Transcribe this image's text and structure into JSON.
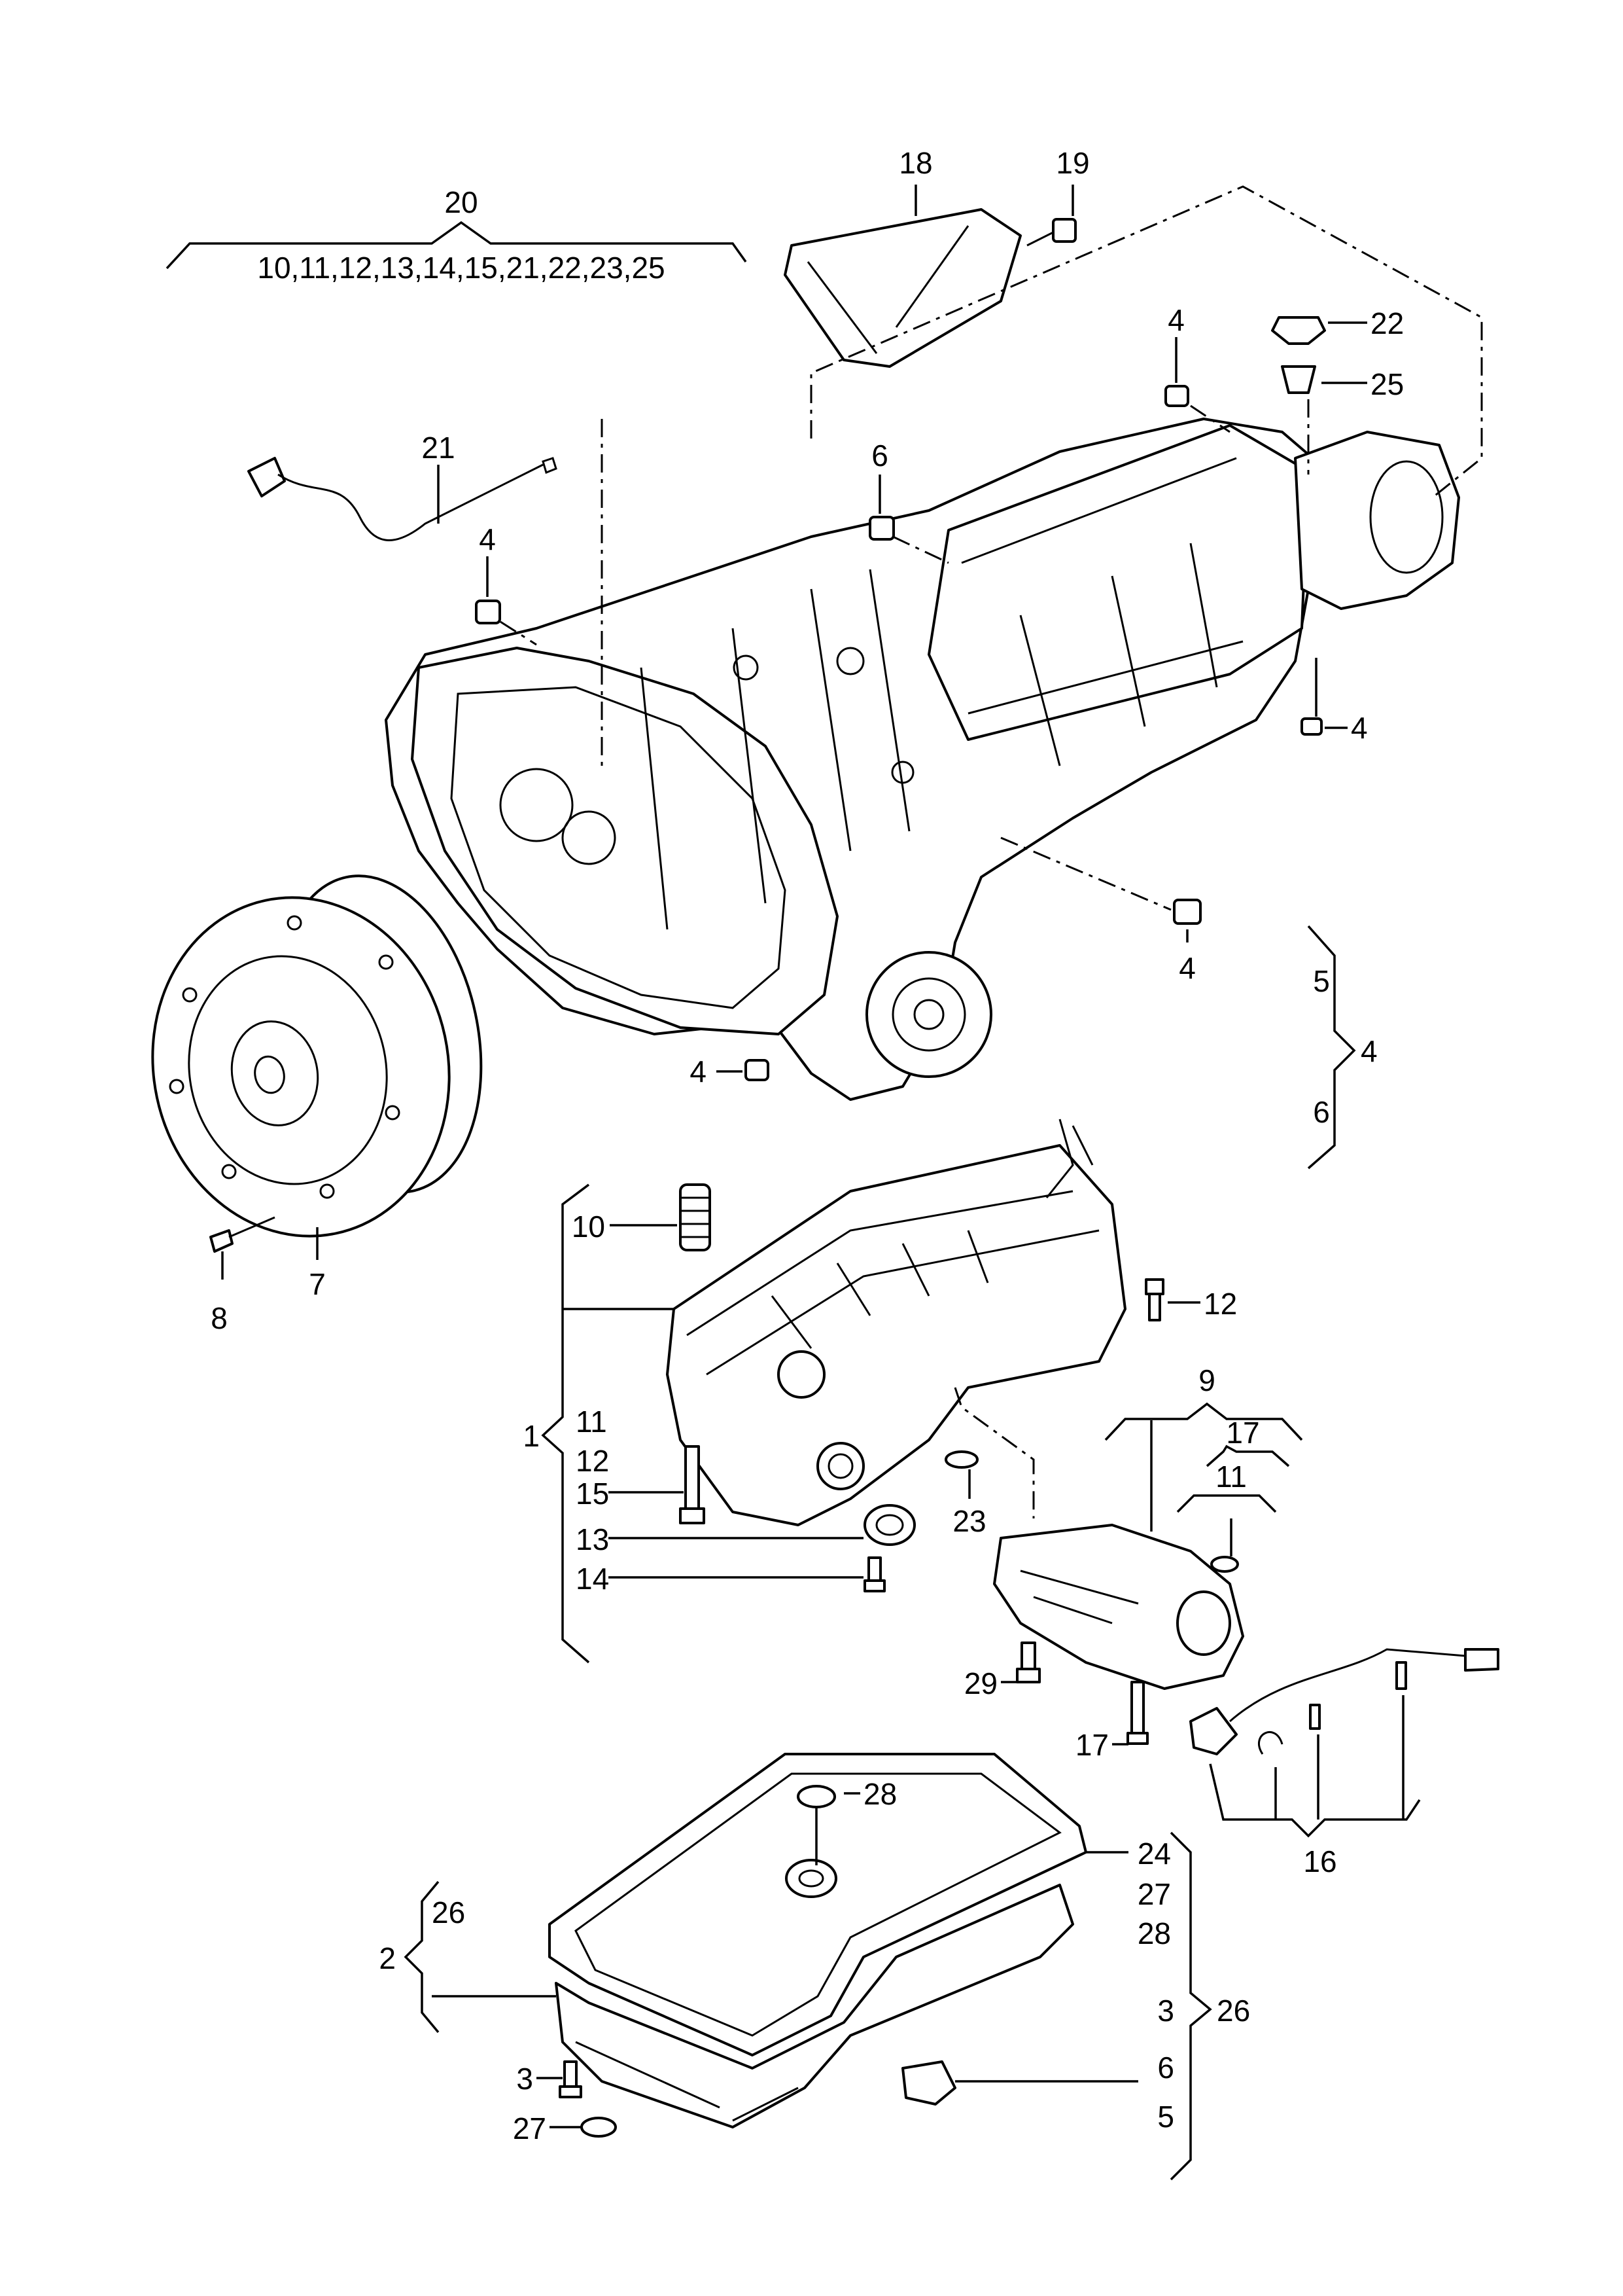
{
  "callouts": {
    "c1": "1",
    "c2": "2",
    "c3a": "3",
    "c3b": "3",
    "c4a": "4",
    "c4b": "4",
    "c4c": "4",
    "c4d": "4",
    "c4e": "4",
    "c4g": "4",
    "c5a": "5",
    "c5b": "5",
    "c6a": "6",
    "c6b": "6",
    "c6c": "6",
    "c7": "7",
    "c8": "8",
    "c9": "9",
    "c10": "10",
    "c11a": "11",
    "c11b": "11",
    "c12a": "12",
    "c12b": "12",
    "c13": "13",
    "c14": "14",
    "c15": "15",
    "c16": "16",
    "c17a": "17",
    "c17b": "17",
    "c18": "18",
    "c19": "19",
    "c20": "20",
    "c21": "21",
    "c22": "22",
    "c23": "23",
    "c24": "24",
    "c25": "25",
    "c26a": "26",
    "c26b": "26",
    "c27a": "27",
    "c27b": "27",
    "c28a": "28",
    "c28b": "28",
    "c29": "29"
  },
  "kit_20_contents": "10,11,12,13,14,15,21,22,23,25"
}
